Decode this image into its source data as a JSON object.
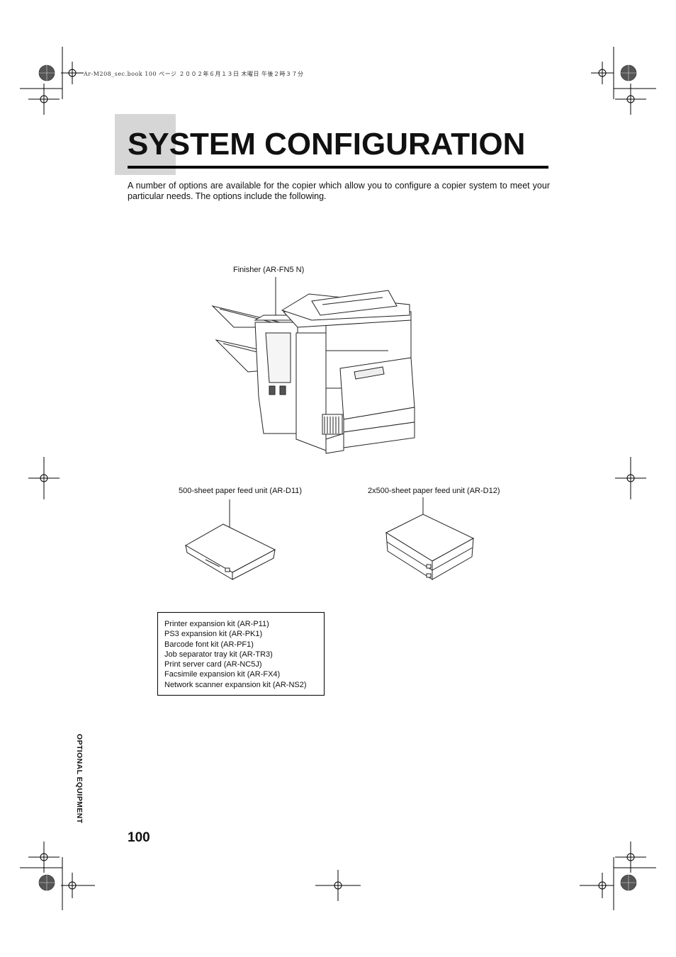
{
  "header": {
    "file_line": "Ar-M208_sec.book  100 ページ  ２００２年６月１３日  木曜日  午後２時３７分"
  },
  "title": "SYSTEM CONFIGURATION",
  "intro": "A number of options are available for the copier which allow you to configure a copier system to meet your particular needs. The options include the following.",
  "callouts": {
    "finisher": "Finisher (AR-FN5 N)",
    "feed_500": "500-sheet paper feed unit (AR-D11)",
    "feed_2x500": "2x500-sheet paper feed unit (AR-D12)"
  },
  "options_list": [
    "Printer expansion kit (AR-P11)",
    "PS3 expansion kit (AR-PK1)",
    "Barcode font kit (AR-PF1)",
    "Job separator tray kit (AR-TR3)",
    "Print server card (AR-NC5J)",
    "Facsimile expansion kit (AR-FX4)",
    "Network scanner expansion kit (AR-NS2)"
  ],
  "sidebar_label": "OPTIONAL EQUIPMENT",
  "page_number": "100"
}
